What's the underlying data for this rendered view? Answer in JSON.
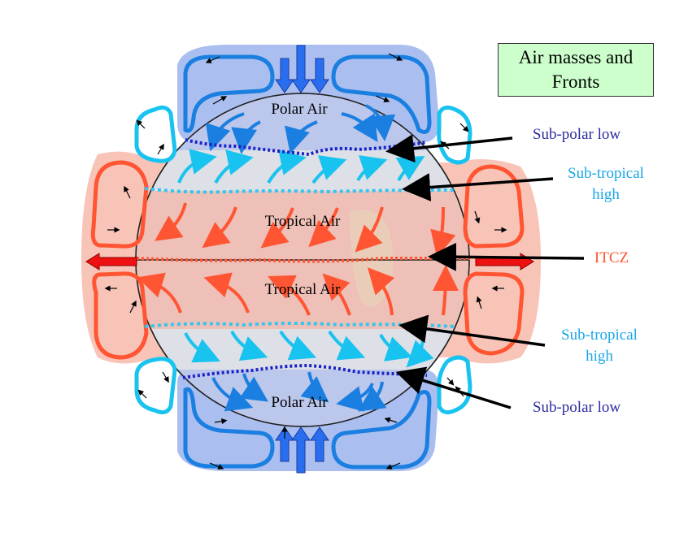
{
  "title": {
    "line1": "Air masses and",
    "line2": "Fronts"
  },
  "regions": {
    "polar_north": "Polar Air",
    "tropical_north": "Tropical Air",
    "tropical_south": "Tropical Air",
    "polar_south": "Polar Air"
  },
  "callouts": {
    "subpolar_low_north": "Sub-polar low",
    "subtropical_high_north": {
      "line1": "Sub-tropical",
      "line2": "high"
    },
    "itcz": "ITCZ",
    "subtropical_high_south": {
      "line1": "Sub-tropical",
      "line2": "high"
    },
    "subpolar_low_south": "Sub-polar low"
  },
  "colors": {
    "polar_cell": "#1a7fe0",
    "polar_fill": "#aabff0",
    "ferrel_cell": "#19c3f0",
    "hadley_cell": "#ff5533",
    "hadley_fill": "#f8bfb3",
    "subpolar_front": "#1a22c8",
    "subtropical_front": "#33c6f0",
    "itcz_line": "#ff5533",
    "polar_label": "#2c2ca0",
    "subtropical_label": "#1aa6e6",
    "itcz_label": "#ff5533",
    "title_bg": "#ccffcc"
  }
}
